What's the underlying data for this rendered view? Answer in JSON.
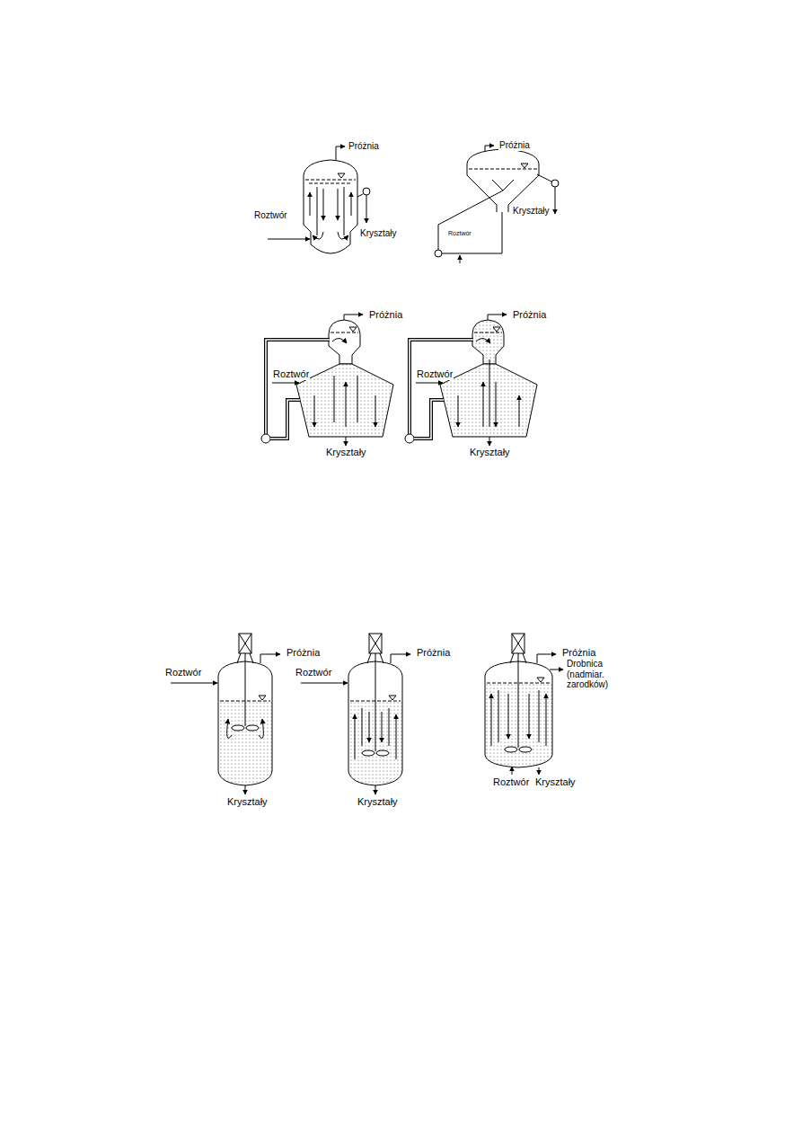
{
  "diagram": {
    "labels": [
      "Próżnia",
      "Roztwór",
      "Kryształy",
      "Próżnia",
      "Kryształy",
      "Roztwór",
      "Próżnia",
      "Roztwór",
      "Kryształy",
      "Próżnia",
      "Roztwór",
      "Kryształy",
      "Próżnia",
      "Roztwór",
      "Kryształy",
      "Próżnia",
      "Roztwór",
      "Kryształy",
      "Próżnia",
      "Drobnica (nadmiar. zarodków)",
      "Roztwór",
      "Kryształy"
    ]
  }
}
